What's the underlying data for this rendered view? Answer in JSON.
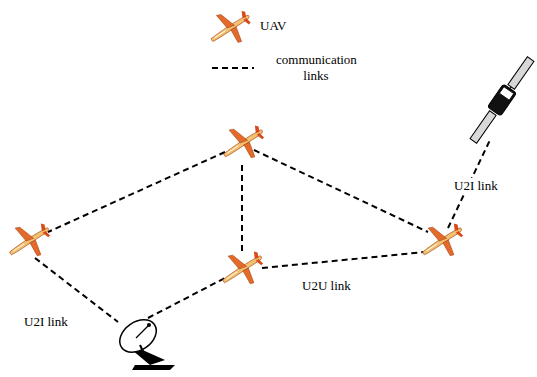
{
  "diagram": {
    "labels": [
      "U2I link",
      "U2I link",
      "U2U link"
    ],
    "legend": [
      {
        "text": "UAV"
      },
      {
        "text": "communication links"
      }
    ]
  }
}
